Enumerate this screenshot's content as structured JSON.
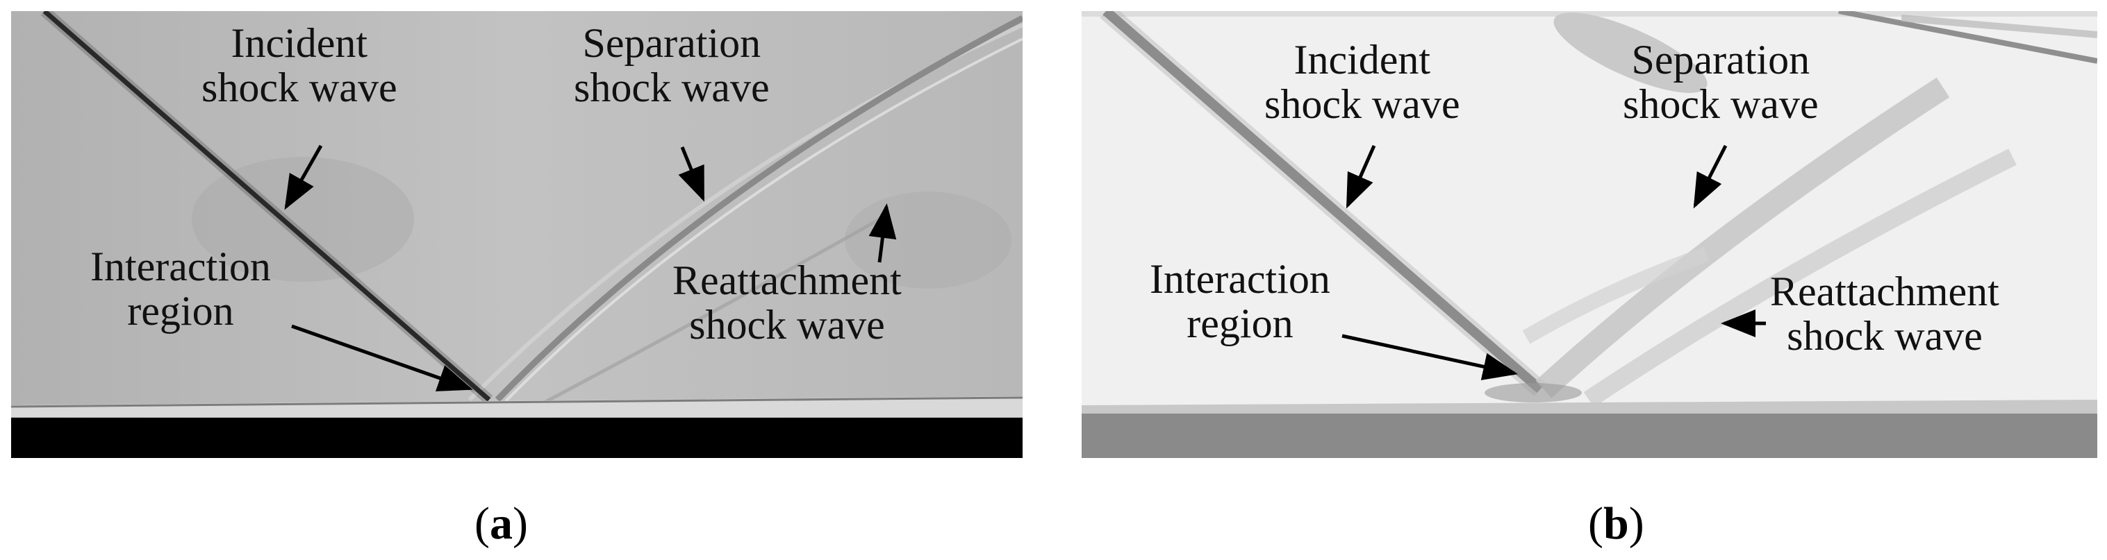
{
  "figure": {
    "panel_a": {
      "labels": {
        "incident": [
          "Incident",
          "shock wave"
        ],
        "separation": [
          "Separation",
          "shock wave"
        ],
        "interaction": [
          "Interaction",
          "region"
        ],
        "reattachment": [
          "Reattachment",
          "shock wave"
        ]
      },
      "caption": {
        "open": "(",
        "letter": "a",
        "close": ")"
      }
    },
    "panel_b": {
      "labels": {
        "incident": [
          "Incident",
          "shock wave"
        ],
        "separation": [
          "Separation",
          "shock wave"
        ],
        "interaction": [
          "Interaction",
          "region"
        ],
        "reattachment": [
          "Reattachment",
          "shock wave"
        ]
      },
      "caption": {
        "open": "(",
        "letter": "b",
        "close": ")"
      }
    }
  },
  "colors": {
    "photo_background": "#b9b9b9",
    "photo_wall": "#000000",
    "simulation_background": "#efefef",
    "simulation_wall": "#8a8a8a",
    "arrow": "#000000"
  }
}
